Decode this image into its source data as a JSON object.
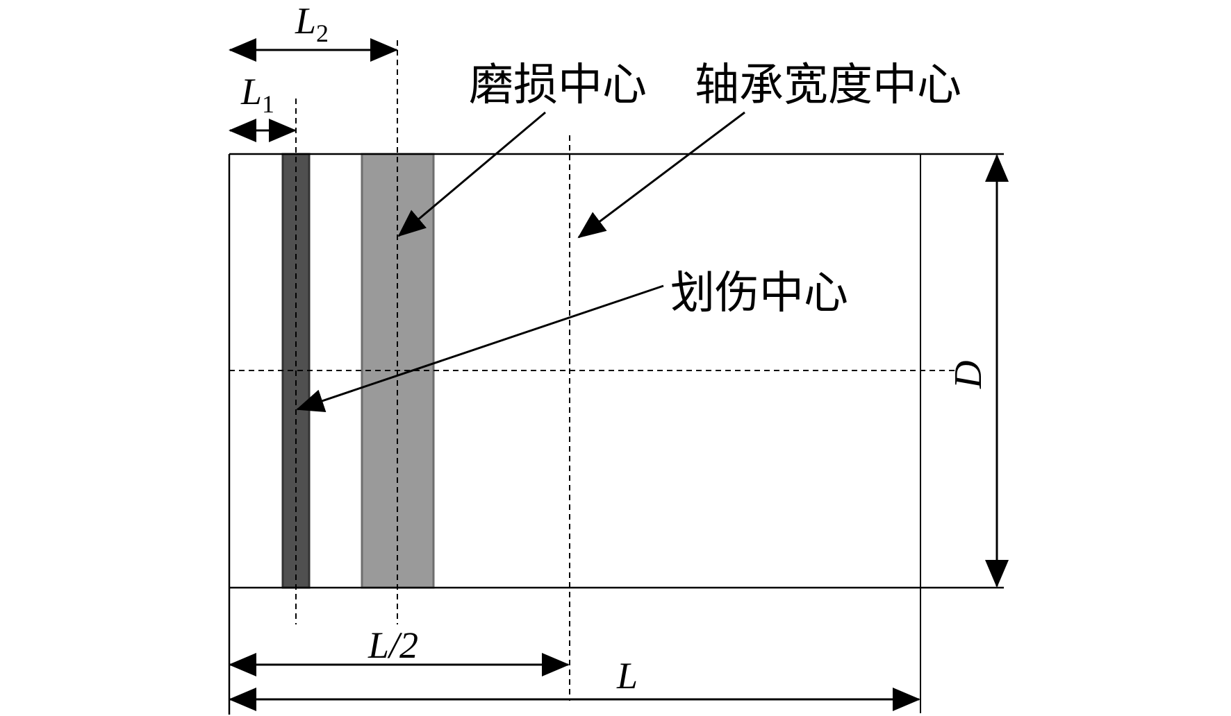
{
  "labels": {
    "L1_main": "L",
    "L1_sub": "1",
    "L2_main": "L",
    "L2_sub": "2",
    "half_L": "L/2",
    "L": "L",
    "D": "D",
    "wear_center": "磨损中心",
    "bearing_width_center": "轴承宽度中心",
    "scratch_center": "划伤中心"
  },
  "colors": {
    "scratch_band_fill": "#505050",
    "wear_band_fill": "#9a9a9a",
    "line": "#000000"
  }
}
